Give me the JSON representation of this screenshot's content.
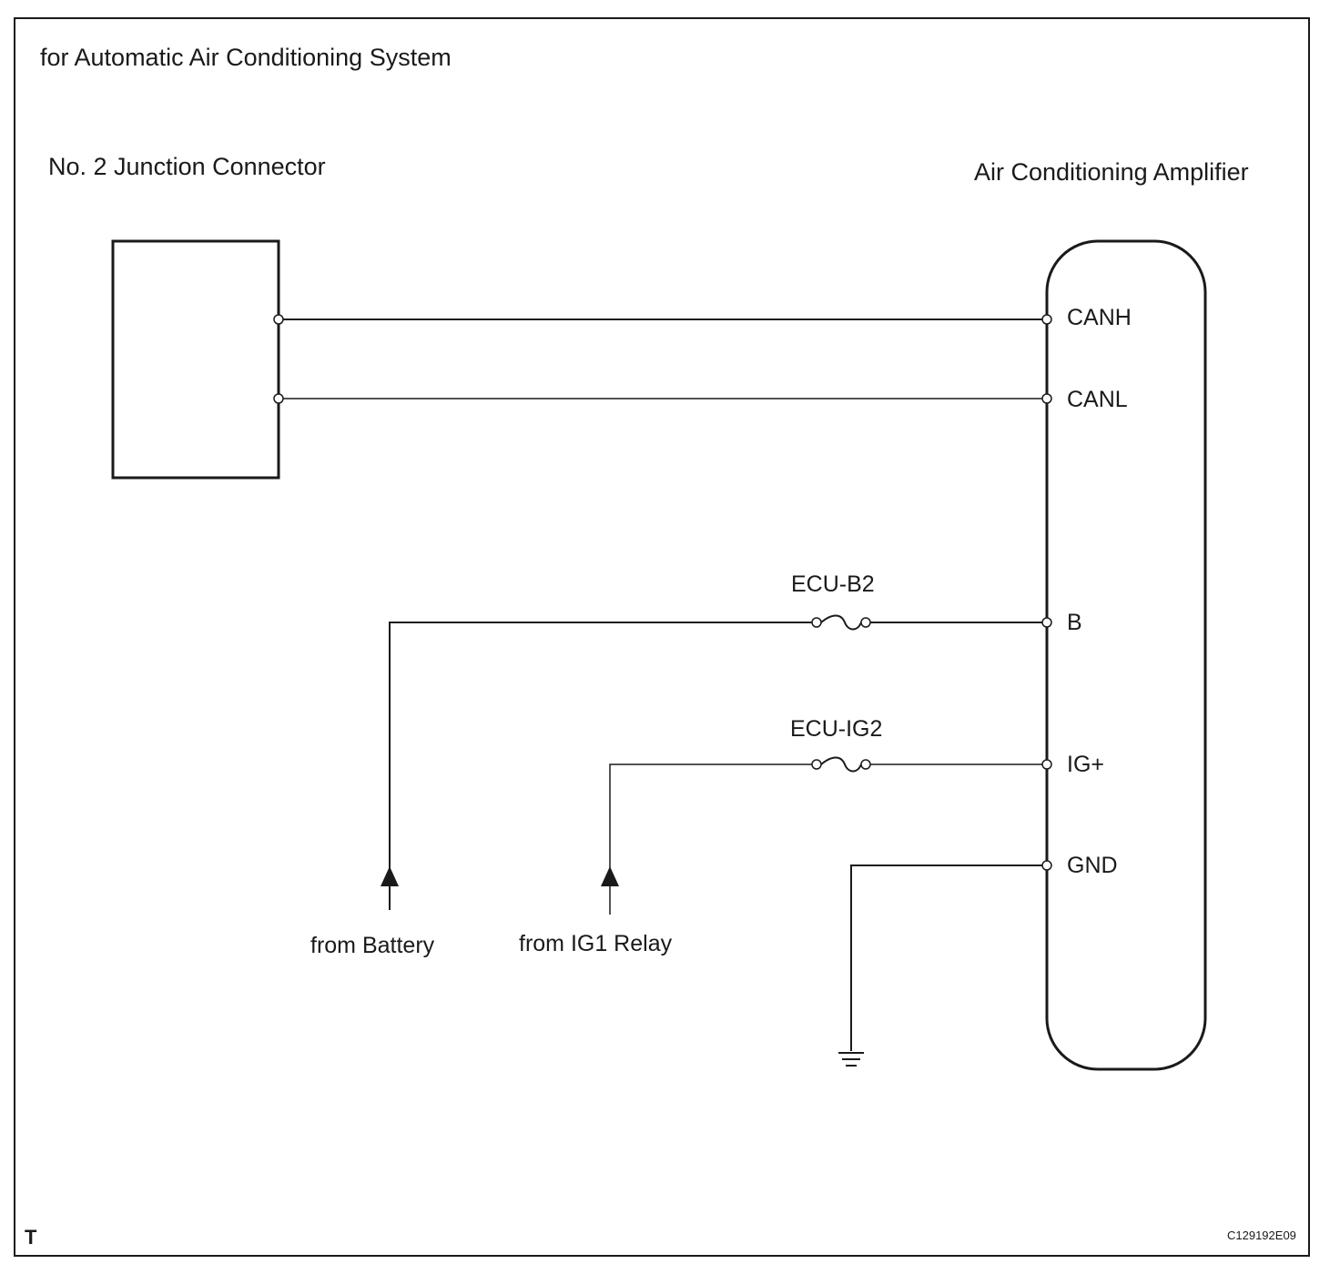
{
  "title": "for Automatic Air Conditioning System",
  "components": {
    "junction_connector": {
      "label": "No. 2 Junction Connector"
    },
    "amplifier": {
      "label": "Air Conditioning Amplifier",
      "terminals": [
        "CANH",
        "CANL",
        "B",
        "IG+",
        "GND"
      ]
    }
  },
  "fuses": [
    "ECU-B2",
    "ECU-IG2"
  ],
  "sources": [
    "from Battery",
    "from IG1 Relay"
  ],
  "footer": {
    "corner_mark": "T",
    "figure_code": "C129192E09"
  }
}
